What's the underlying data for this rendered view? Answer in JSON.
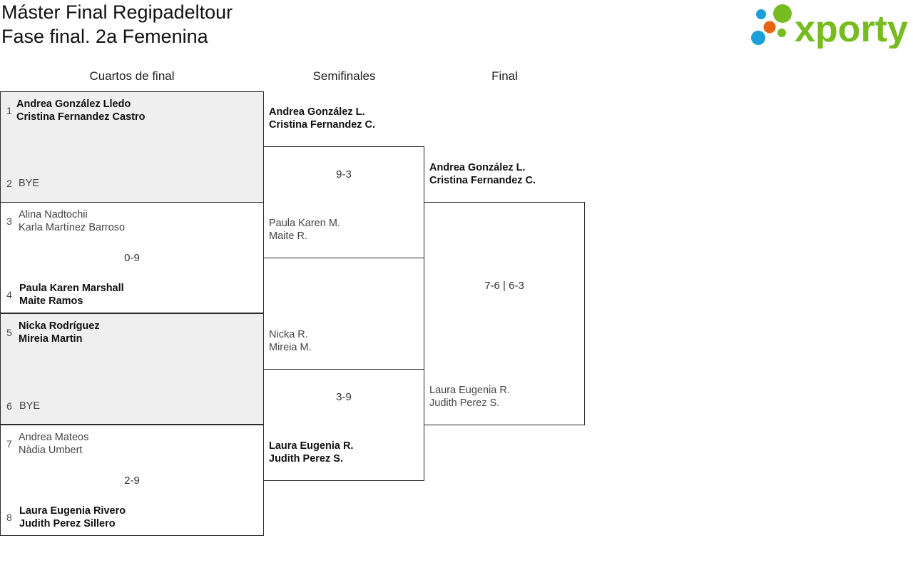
{
  "header": {
    "title_line1": "Máster Final Regipadeltour",
    "title_line2": "Fase final. 2a Femenina",
    "logo_text": "xporty",
    "logo_colors": {
      "green": "#76bc21",
      "blue": "#1b9fd8",
      "orange": "#e8650f"
    }
  },
  "rounds": [
    {
      "label": "Cuartos de final"
    },
    {
      "label": "Semifinales"
    },
    {
      "label": "Final"
    }
  ],
  "bracket": {
    "quarterfinals": [
      {
        "shaded": true,
        "score": "",
        "top": {
          "seed": "1",
          "result": "winner",
          "name1": "Andrea González Lledo",
          "name2": "Cristina Fernandez Castro"
        },
        "bottom": {
          "seed": "2",
          "result": "bye",
          "name1": "BYE",
          "name2": ""
        }
      },
      {
        "shaded": false,
        "score": "0-9",
        "top": {
          "seed": "3",
          "result": "loser",
          "name1": "Alina Nadtochii",
          "name2": "Karla Martínez Barroso"
        },
        "bottom": {
          "seed": "4",
          "result": "winner",
          "name1": "Paula Karen Marshall",
          "name2": "Maite Ramos"
        }
      },
      {
        "shaded": true,
        "score": "",
        "top": {
          "seed": "5",
          "result": "winner",
          "name1": "Nicka Rodríguez",
          "name2": "Mireia Martin"
        },
        "bottom": {
          "seed": "6",
          "result": "bye",
          "name1": "BYE",
          "name2": ""
        }
      },
      {
        "shaded": false,
        "score": "2-9",
        "top": {
          "seed": "7",
          "result": "loser",
          "name1": "Andrea Mateos",
          "name2": "Nàdia Umbert"
        },
        "bottom": {
          "seed": "8",
          "result": "winner",
          "name1": "Laura Eugenia Rivero",
          "name2": "Judith Perez Sillero"
        }
      }
    ],
    "semifinals": [
      {
        "shaded": false,
        "score": "9-3",
        "top": {
          "seed": "",
          "result": "winner",
          "name1": "Andrea González L.",
          "name2": "Cristina Fernandez C."
        },
        "bottom": {
          "seed": "",
          "result": "loser",
          "name1": "Paula Karen M.",
          "name2": "Maite R."
        }
      },
      {
        "shaded": false,
        "score": "3-9",
        "top": {
          "seed": "",
          "result": "loser",
          "name1": "Nicka R.",
          "name2": "Mireia M."
        },
        "bottom": {
          "seed": "",
          "result": "winner",
          "name1": "Laura Eugenia R.",
          "name2": "Judith Perez S."
        }
      }
    ],
    "final": [
      {
        "shaded": false,
        "score": "7-6 | 6-3",
        "top": {
          "seed": "",
          "result": "winner",
          "name1": "Andrea González L.",
          "name2": "Cristina Fernandez C."
        },
        "bottom": {
          "seed": "",
          "result": "loser",
          "name1": "Laura Eugenia R.",
          "name2": "Judith Perez S."
        }
      }
    ]
  }
}
